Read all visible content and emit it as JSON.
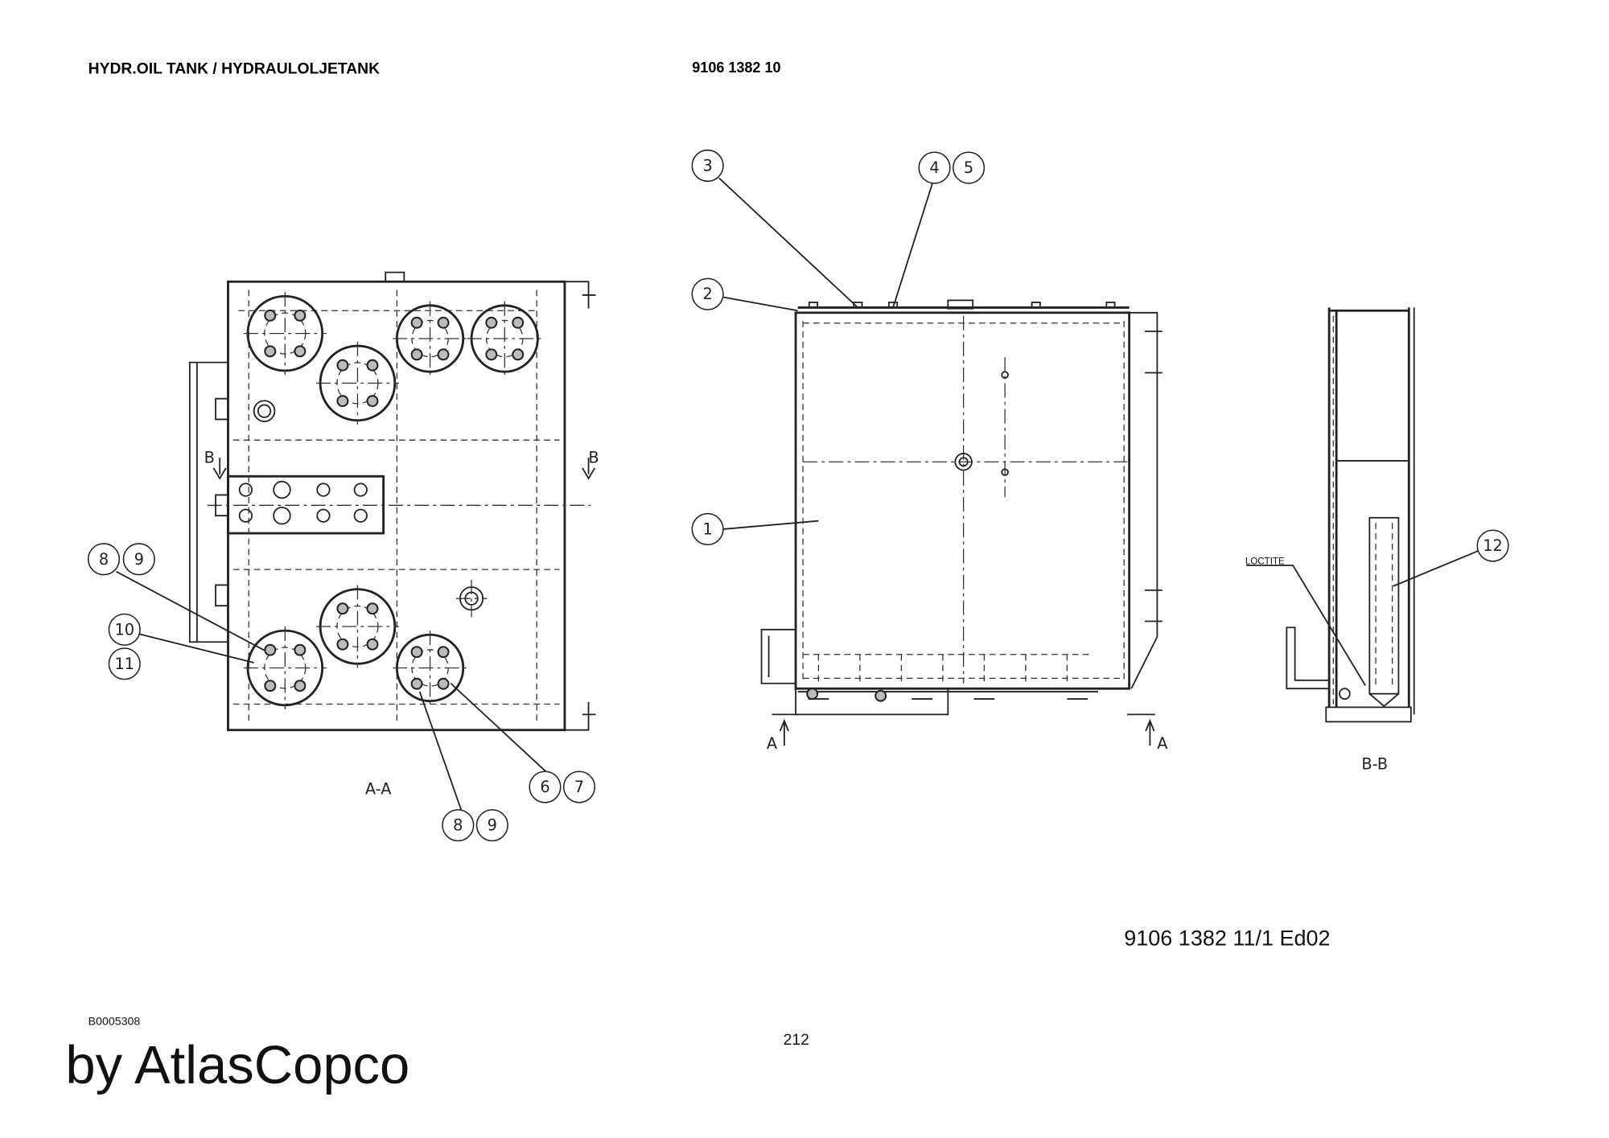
{
  "header": {
    "title": "HYDR.OIL TANK / HYDRAULOLJETANK",
    "part_number": "9106 1382 10"
  },
  "drawing": {
    "section_aa_label": "A-A",
    "section_bb_label": "B-B",
    "section_marks": {
      "a_left": "A",
      "a_right": "A",
      "b_left": "B",
      "b_right": "B"
    },
    "loctite_note": "LOCTITE",
    "balloons_left": [
      "8",
      "9",
      "10",
      "11",
      "6",
      "7",
      "8",
      "9"
    ],
    "balloons_middle": [
      "3",
      "4",
      "5",
      "2",
      "1"
    ],
    "balloons_right": [
      "12"
    ]
  },
  "footer": {
    "drawing_number": "9106 1382 11/1  Ed02",
    "image_code": "B0005308",
    "brand": "by AtlasCopco",
    "page_number": "212"
  }
}
